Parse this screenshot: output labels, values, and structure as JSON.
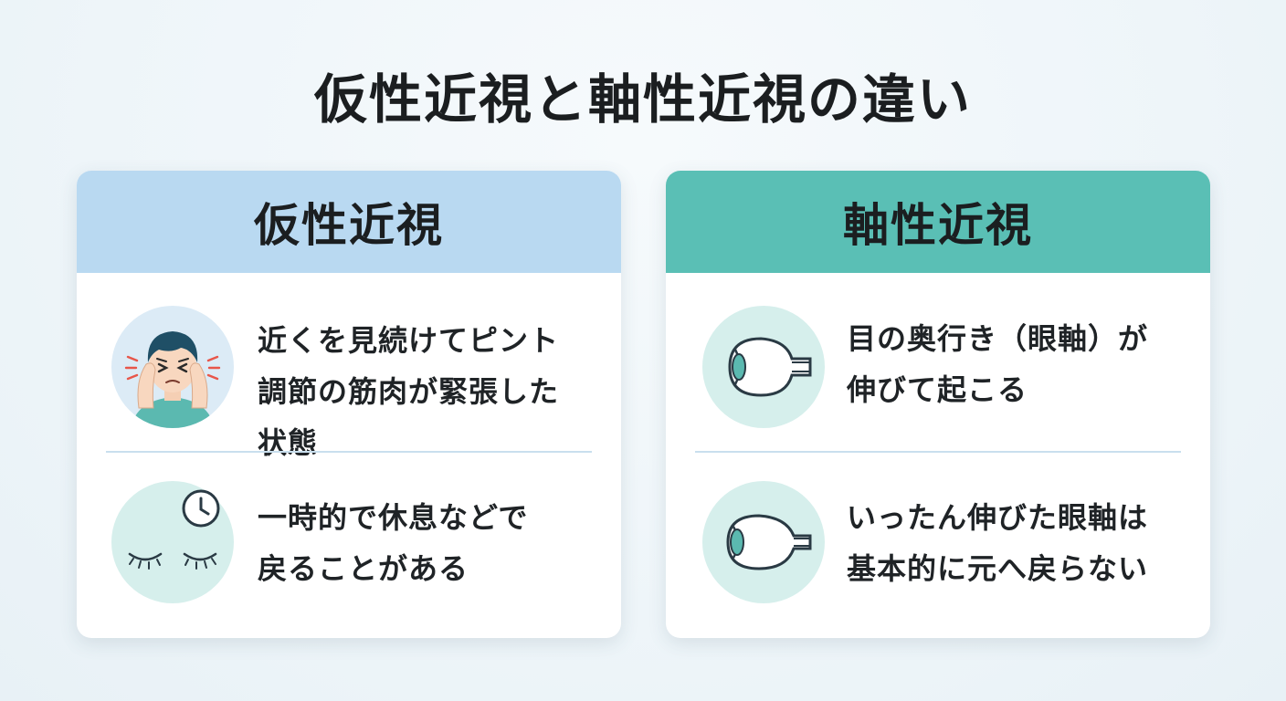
{
  "title": "仮性近視と軸性近視の違い",
  "cards": [
    {
      "heading": "仮性近視",
      "header_color": "#b9d9f1",
      "items": [
        {
          "icon": "strained-person-icon",
          "lines": [
            "近くを見続けてピント",
            "調節の筋肉が緊張した",
            "状態"
          ]
        },
        {
          "icon": "closed-eyes-clock-icon",
          "lines": [
            "一時的で休息などで",
            "戻ることがある"
          ]
        }
      ]
    },
    {
      "heading": "軸性近視",
      "header_color": "#5abfb5",
      "items": [
        {
          "icon": "eyeball-icon",
          "lines": [
            "目の奥行き（眼軸）が",
            "伸びて起こる"
          ]
        },
        {
          "icon": "elongated-eyeball-icon",
          "lines": [
            "いったん伸びた眼軸は",
            "基本的に元へ戻らない"
          ]
        }
      ]
    }
  ]
}
